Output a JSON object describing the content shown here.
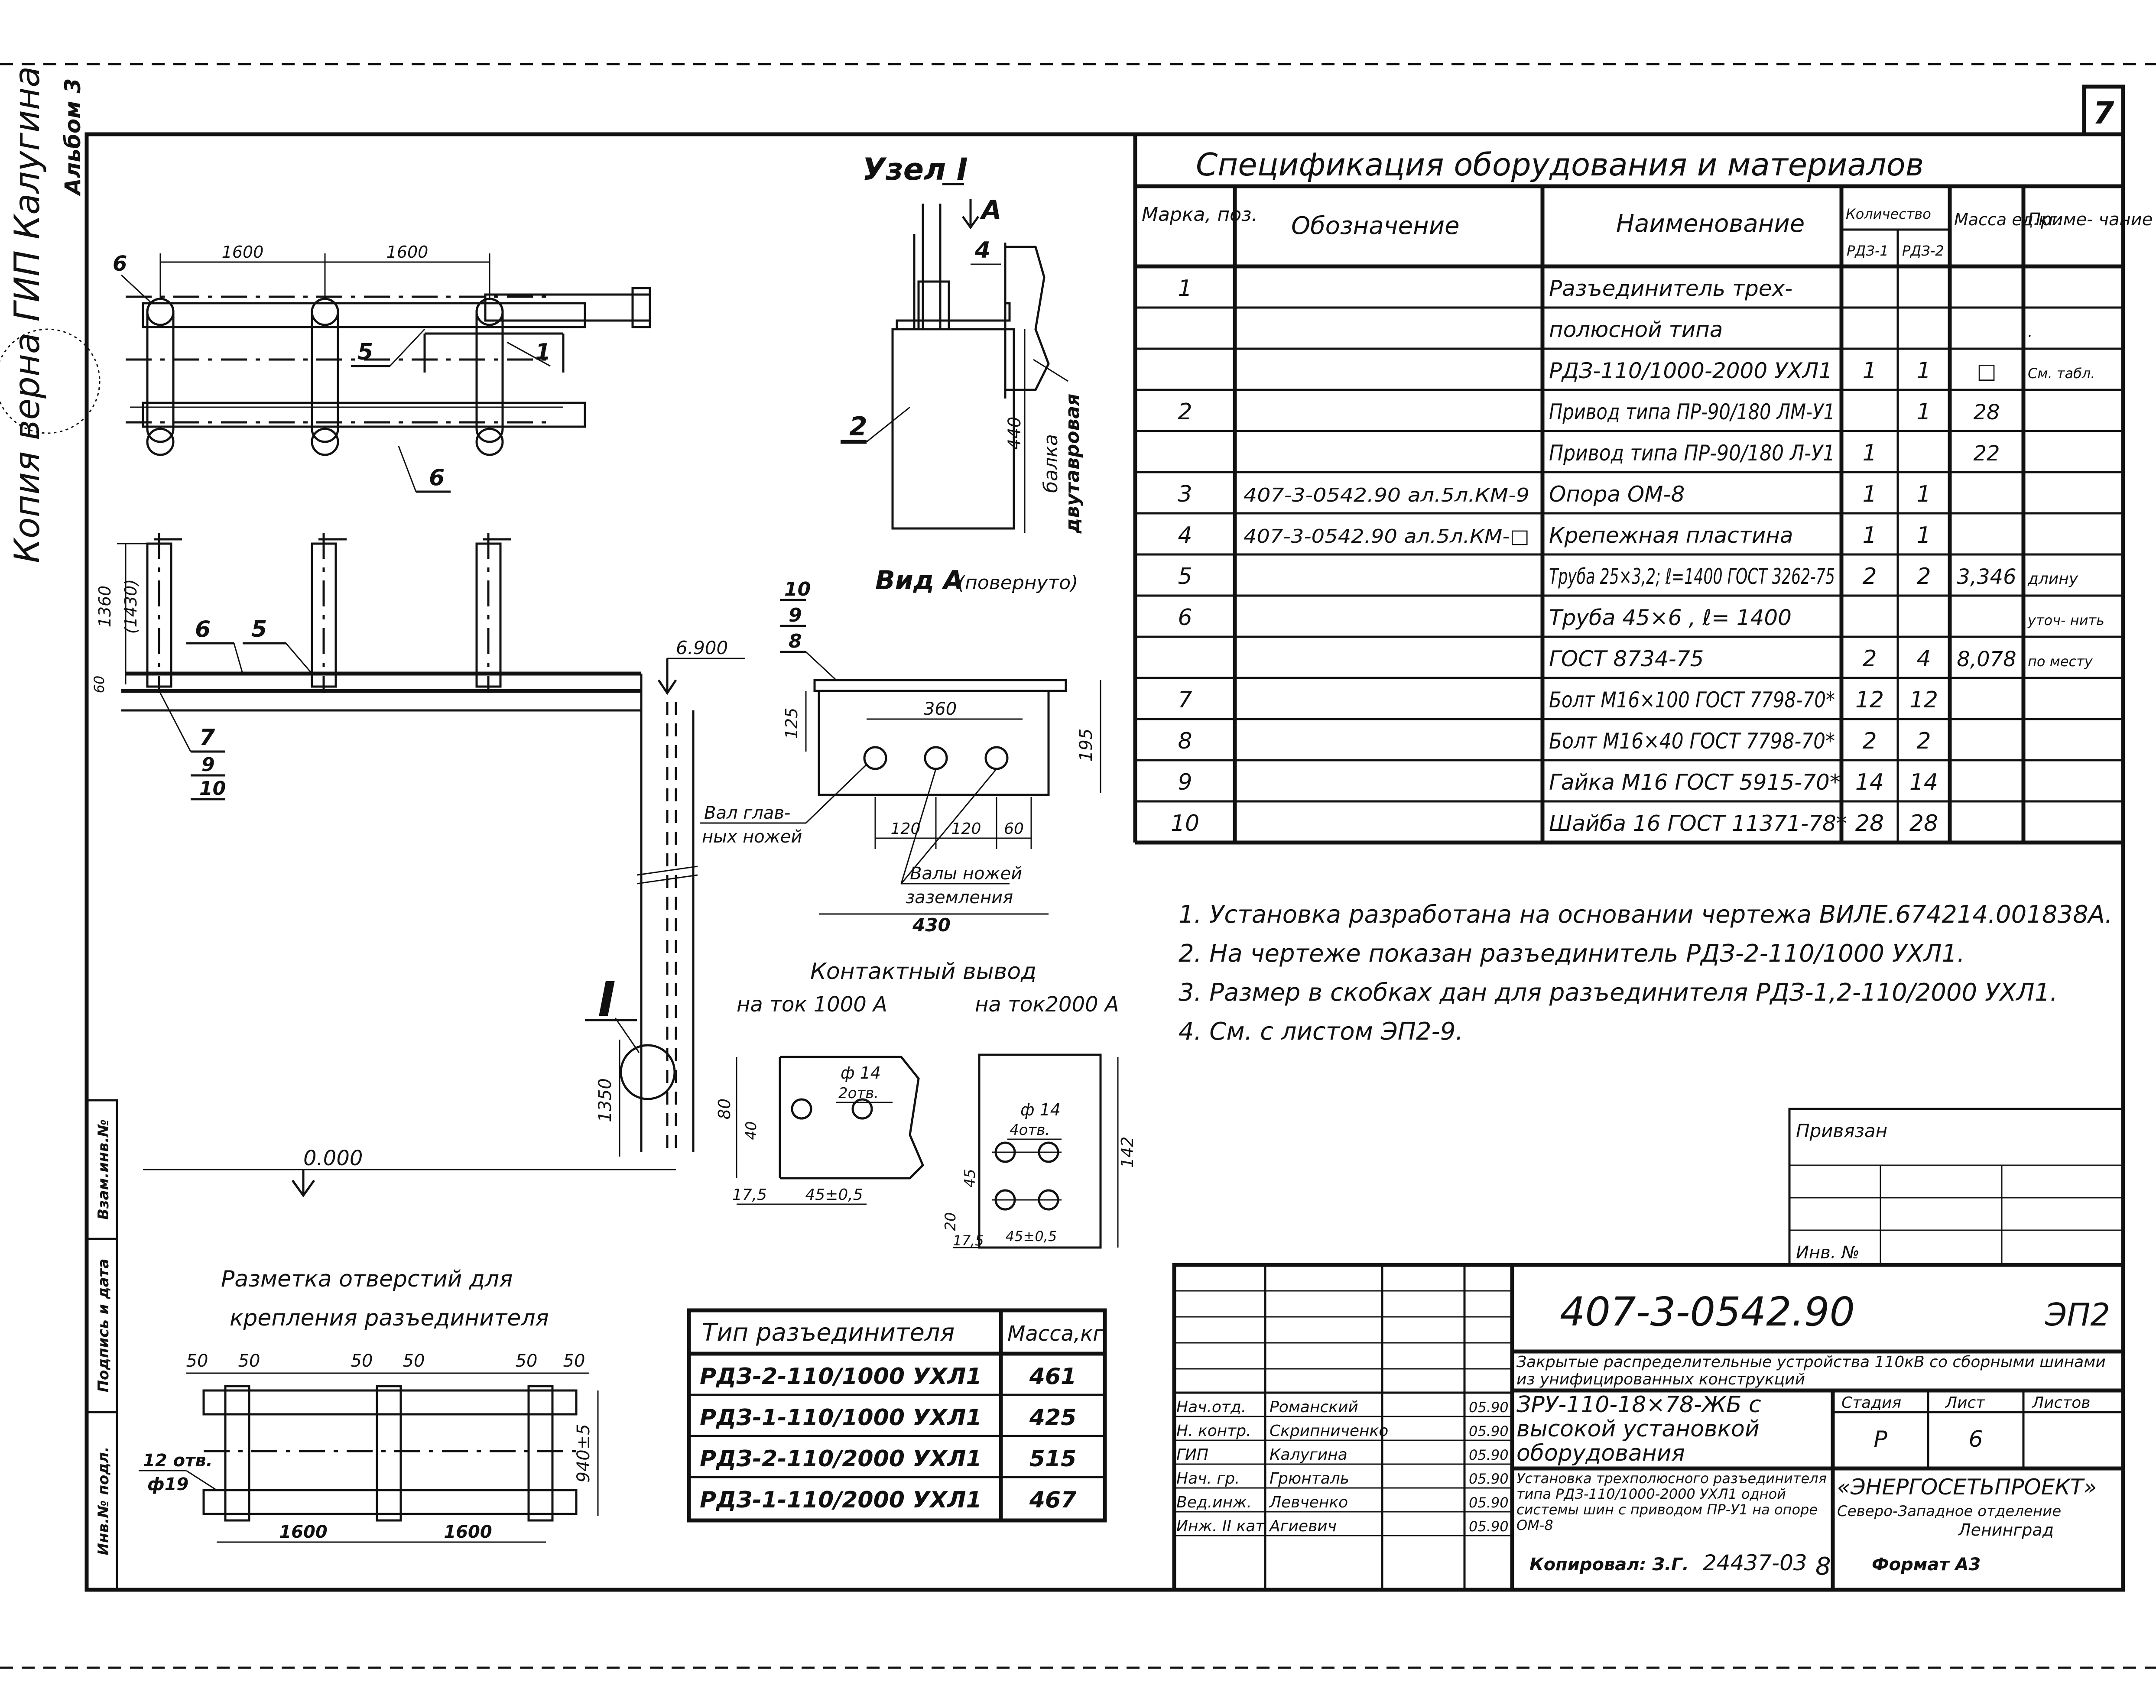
{
  "sheet_number": "7",
  "left_stamp": {
    "text": "Копия верна ГИП Калугина",
    "sub": "Альбом 3"
  },
  "node_title": "Узел I",
  "node_view_arrow": "A",
  "node_view_mark": "4",
  "node_label_2": "2",
  "node_dim_440": "440",
  "beam_label": [
    "балка",
    "двутавровая"
  ],
  "view_a_caption": "Вид А",
  "view_a_rotated": "(повернуто)",
  "plan": {
    "dims": [
      "1600",
      "1600"
    ],
    "callouts": [
      "6",
      "5",
      "1",
      "6"
    ]
  },
  "elevation": {
    "dims": [
      "1360",
      "(1430)",
      "60",
      "1350"
    ],
    "callouts": [
      "6",
      "5",
      "7",
      "9",
      "10"
    ],
    "level_top": "6.900",
    "level_bottom": "0.000",
    "node_ref": "I"
  },
  "shaft_detail": {
    "stack": [
      "10",
      "9",
      "8"
    ],
    "dim_360": "360",
    "dim_125": "125",
    "dim_195": "195",
    "dims_low": [
      "120",
      "120",
      "60"
    ],
    "dim_430": "430",
    "label_left": [
      "Вал глав-",
      "ных ножей"
    ],
    "label_right": [
      "Валы ножей",
      "заземления"
    ]
  },
  "contact": {
    "title": "Контактный вывод",
    "left_caption": "на ток 1000 А",
    "right_caption": "на ток2000 А",
    "left_hole": "ф 14",
    "left_holes": "2отв.",
    "right_hole": "ф 14",
    "right_holes": "4отв.",
    "left_dims": [
      "80",
      "40",
      "17,5",
      "45±0,5"
    ],
    "right_dims": [
      "142",
      "20",
      "45",
      "17,5",
      "45±0,5"
    ]
  },
  "marking": {
    "title": [
      "Разметка отверстий для",
      "крепления разъединителя"
    ],
    "top_dims": [
      "50",
      "50",
      "50",
      "50",
      "50",
      "50"
    ],
    "bottom_dims": [
      "1600",
      "1600"
    ],
    "side_dim": "940±5",
    "holes": [
      "12 отв.",
      "ф19"
    ]
  },
  "spec": {
    "title": "Спецификация оборудования и материалов",
    "headers": {
      "mark": "Марка, поз.",
      "designation": "Обозначение",
      "name": "Наименование",
      "qty": "Количество",
      "qty1": "РДЗ-1",
      "qty2": "РДЗ-2",
      "mass": "Масса ед.кг.",
      "note": "Приме- чание"
    },
    "rows": [
      [
        "1",
        "",
        "Разъединитель трех-",
        "",
        "",
        "",
        ""
      ],
      [
        "",
        "",
        "полюсной типа",
        "",
        "",
        "",
        "."
      ],
      [
        "",
        "",
        "РДЗ-110/1000-2000 УХЛ1",
        "1",
        "1",
        "□",
        "См. табл."
      ],
      [
        "2",
        "",
        "Привод типа ПР-90/180 ЛМ-У1",
        "",
        "1",
        "28",
        ""
      ],
      [
        "",
        "",
        "Привод типа ПР-90/180 Л-У1",
        "1",
        "",
        "22",
        ""
      ],
      [
        "3",
        "407-3-0542.90 ал.5л.КМ-9",
        "Опора ОМ-8",
        "1",
        "1",
        "",
        ""
      ],
      [
        "4",
        "407-3-0542.90 ал.5л.КМ-□",
        "Крепежная пластина",
        "1",
        "1",
        "",
        ""
      ],
      [
        "5",
        "",
        "Труба 25×3,2; ℓ=1400 ГОСТ 3262-75",
        "2",
        "2",
        "3,346",
        "длину"
      ],
      [
        "6",
        "",
        "Труба 45×6 , ℓ= 1400",
        "",
        "",
        "",
        "уточ- нить"
      ],
      [
        "",
        "",
        "ГОСТ 8734-75",
        "2",
        "4",
        "8,078",
        "по месту"
      ],
      [
        "7",
        "",
        "Болт М16×100 ГОСТ 7798-70*",
        "12",
        "12",
        "",
        ""
      ],
      [
        "8",
        "",
        "Болт М16×40 ГОСТ 7798-70*",
        "2",
        "2",
        "",
        ""
      ],
      [
        "9",
        "",
        "Гайка М16 ГОСТ 5915-70*",
        "14",
        "14",
        "",
        ""
      ],
      [
        "10",
        "",
        "Шайба 16 ГОСТ 11371-78*",
        "28",
        "28",
        "",
        ""
      ]
    ]
  },
  "notes": [
    "1. Установка разработана на основании чертежа ВИЛЕ.674214.001838А.",
    "2. На чертеже показан разъединитель РДЗ-2-110/1000 УХЛ1.",
    "3. Размер в скобках дан для разъединителя РДЗ-1,2-110/2000 УХЛ1.",
    "4. См. с листом ЭП2-9."
  ],
  "mass_table": {
    "headers": [
      "Тип разъединителя",
      "Масса,кг"
    ],
    "rows": [
      [
        "РДЗ-2-110/1000 УХЛ1",
        "461"
      ],
      [
        "РДЗ-1-110/1000 УХЛ1",
        "425"
      ],
      [
        "РДЗ-2-110/2000 УХЛ1",
        "515"
      ],
      [
        "РДЗ-1-110/2000 УХЛ1",
        "467"
      ]
    ]
  },
  "privyazan": {
    "label": "Привязан",
    "inv": "Инв. №"
  },
  "side_stamp": [
    "Взам.инв.№",
    "Подпись и дата",
    "Инв.№ подл."
  ],
  "title_block": {
    "code": "407-3-0542.90",
    "sheet_code": "ЭП2",
    "project": "Закрытые распределительные устройства 110кВ со сборными шинами из унифицированных конструкций",
    "object": "ЗРУ-110-18×78-ЖБ с высокой установкой оборудования",
    "drawing": "Установка трехполюсного разъединителя типа РДЗ-110/1000-2000 УХЛ1 одной системы шин с приводом ПР-У1 на опоре ОМ-8",
    "stage_label": "Стадия",
    "sheet_label": "Лист",
    "sheets_label": "Листов",
    "stage": "Р",
    "sheet": "6",
    "org": "«ЭНЕРГОСЕТЬПРОЕКТ»",
    "org_dept": "Северо-Западное отделение",
    "org_city": "Ленинград",
    "roles": [
      [
        "Нач.отд.",
        "Романский",
        "05.90"
      ],
      [
        "Н. контр.",
        "Скрипниченко",
        "05.90"
      ],
      [
        "ГИП",
        "Калугина",
        "05.90"
      ],
      [
        "Нач. гр.",
        "Грюнталь",
        "05.90"
      ],
      [
        "Вед.инж.",
        "Левченко",
        "05.90"
      ],
      [
        "Инж. II кат",
        "Агиевич",
        "05.90"
      ]
    ],
    "copied": "Копировал: З.Г.",
    "copy_number": "24437-03",
    "copy_sheet": "8",
    "format": "Формат А3"
  }
}
